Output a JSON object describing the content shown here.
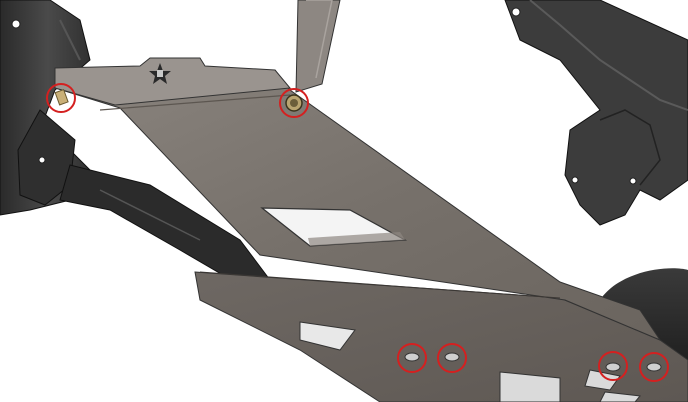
{
  "image": {
    "kind": "cad-render",
    "subject": "skid plate",
    "logo": "star-logo",
    "highlight_color": "#d42020",
    "plate_color": "#77716b",
    "frame_color": "#3a3a3a"
  },
  "callouts": [
    {
      "name": "callout-left-bracket-bolt",
      "marks": "bolt-icon"
    },
    {
      "name": "callout-top-right-bolt",
      "marks": "bolt-icon"
    },
    {
      "name": "callout-bottom-bolt-1",
      "marks": "bolt-icon"
    },
    {
      "name": "callout-bottom-bolt-2",
      "marks": "bolt-icon"
    },
    {
      "name": "callout-bottom-bolt-3",
      "marks": "bolt-icon"
    },
    {
      "name": "callout-bottom-bolt-4",
      "marks": "bolt-icon"
    }
  ]
}
